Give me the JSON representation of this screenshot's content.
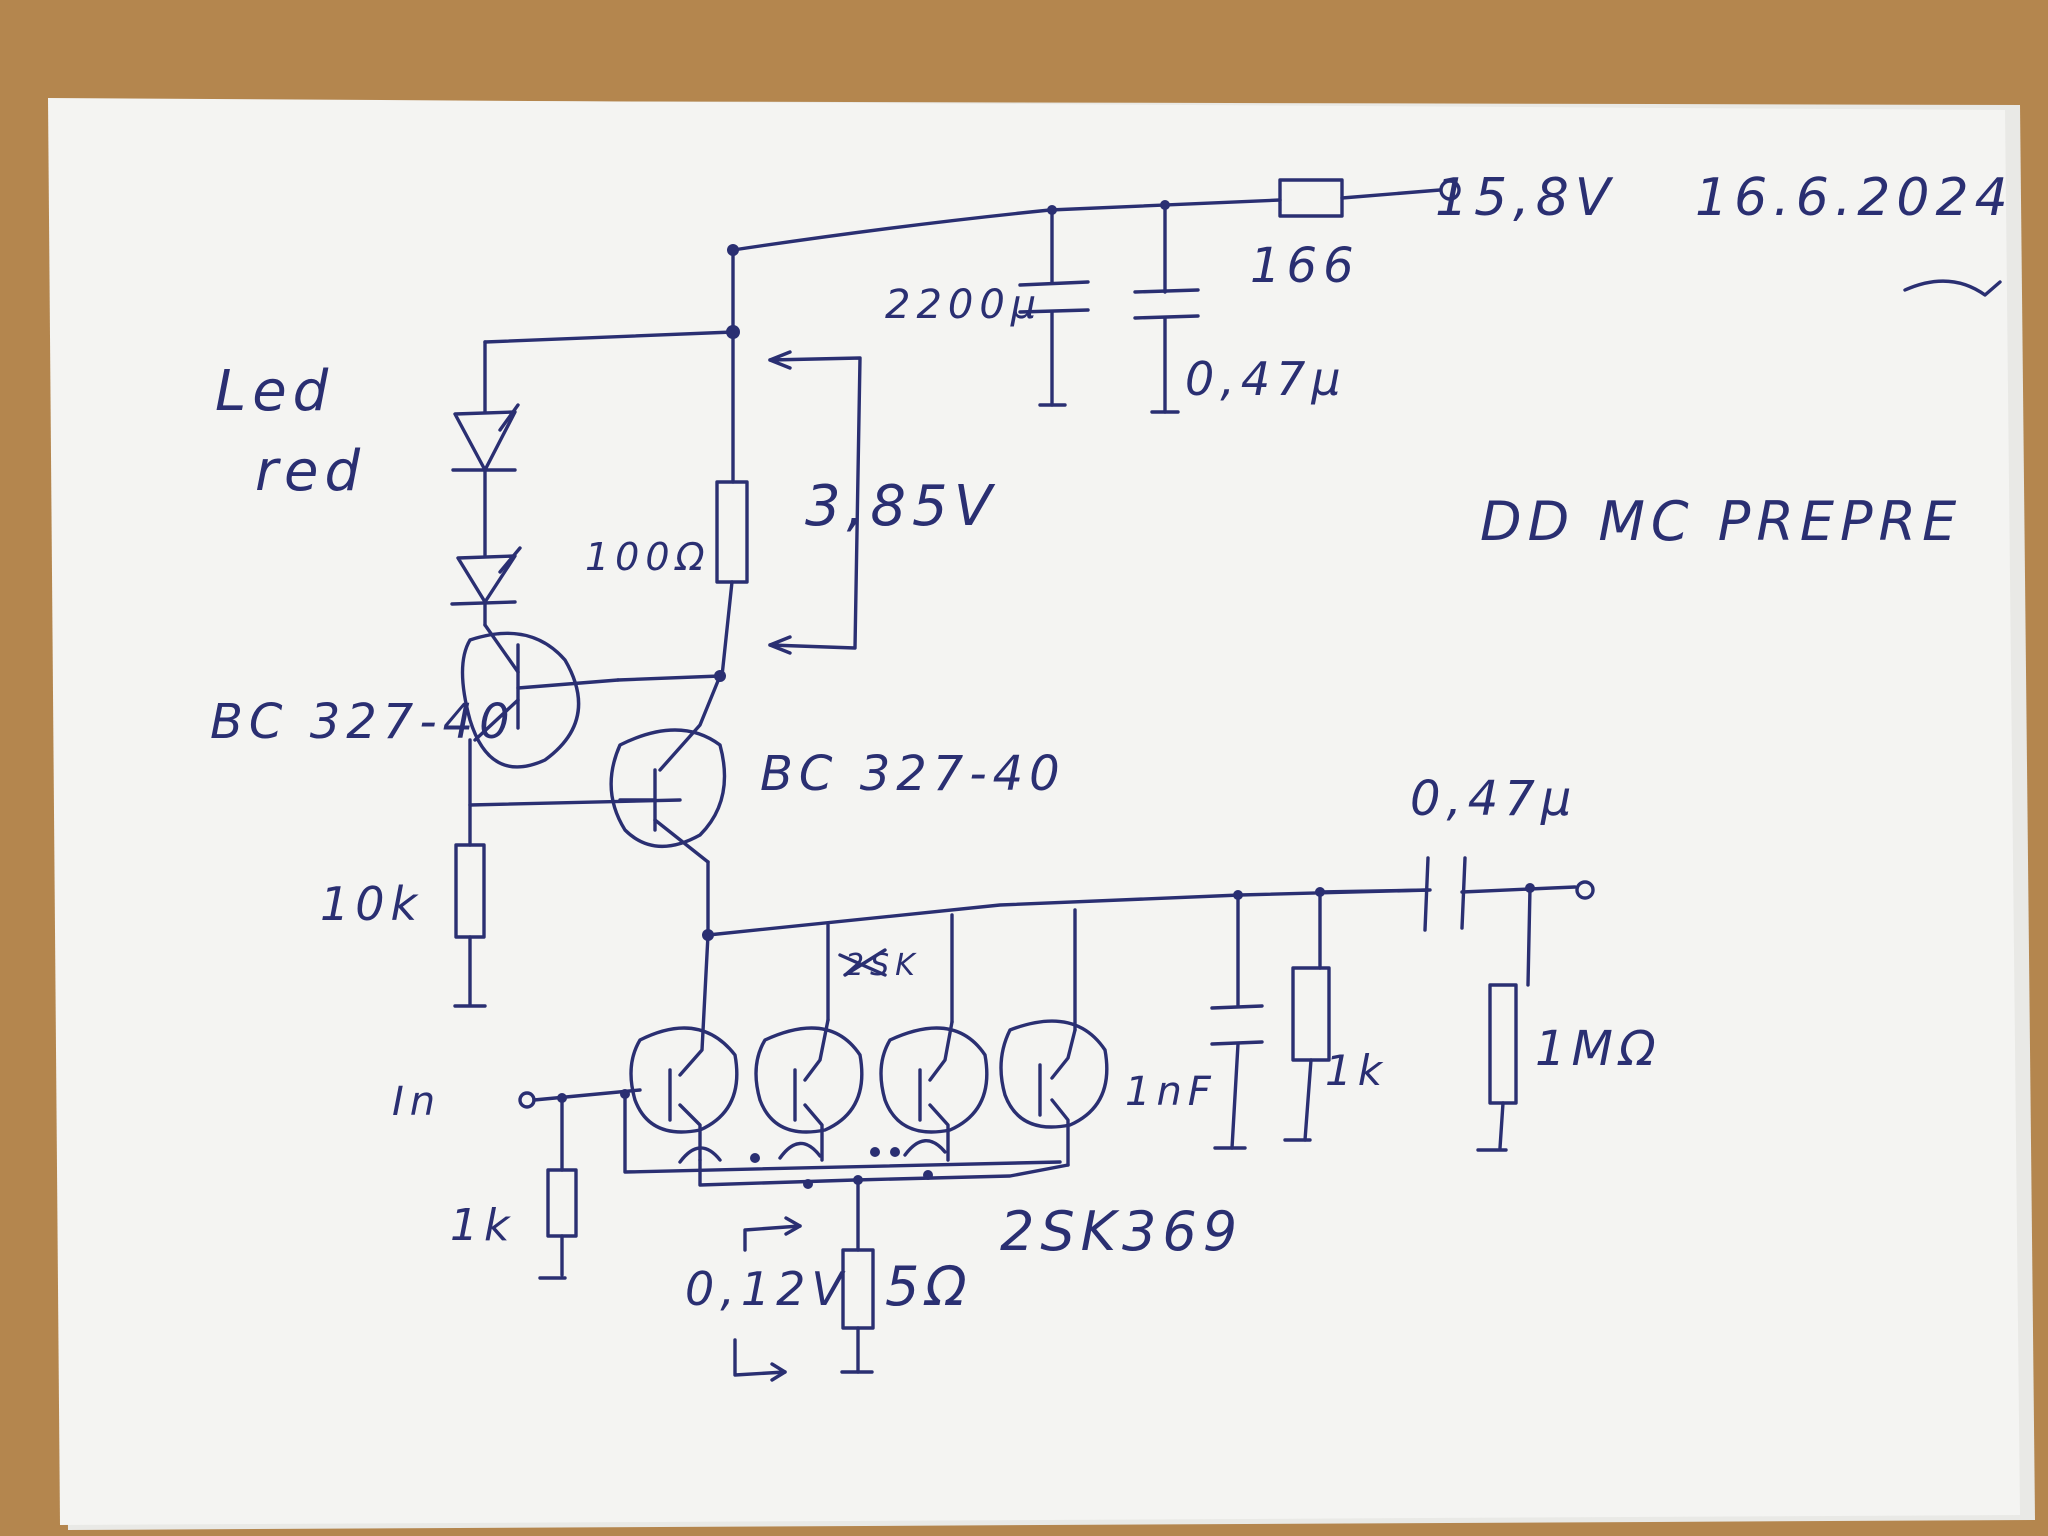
{
  "colors": {
    "desk": "#b98a52",
    "paper": "#f4f4f2",
    "ink": "#2a2f72"
  },
  "labels": {
    "supply_voltage": "15,8V",
    "date": "16.6.2024",
    "series_resistor": "166",
    "cap_large": "2200µ",
    "cap_small": "0,47µ",
    "led": "Led",
    "led_color": "red",
    "collector_voltage": "3,85V",
    "resistor_100": "100Ω",
    "title": "DD MC PREPRE",
    "transistor_left": "BC 327-40",
    "transistor_right": "BC 327-40",
    "resistor_10k": "10k",
    "output_cap": "0,47µ",
    "input": "In",
    "cap_1nf": "1nF",
    "resistor_1k_out": "1k",
    "resistor_1m": "1MΩ",
    "resistor_1k_in": "1k",
    "source_voltage": "0,12V",
    "resistor_5": "5Ω",
    "jfet": "2SK369",
    "crossed_out": "2SK"
  }
}
